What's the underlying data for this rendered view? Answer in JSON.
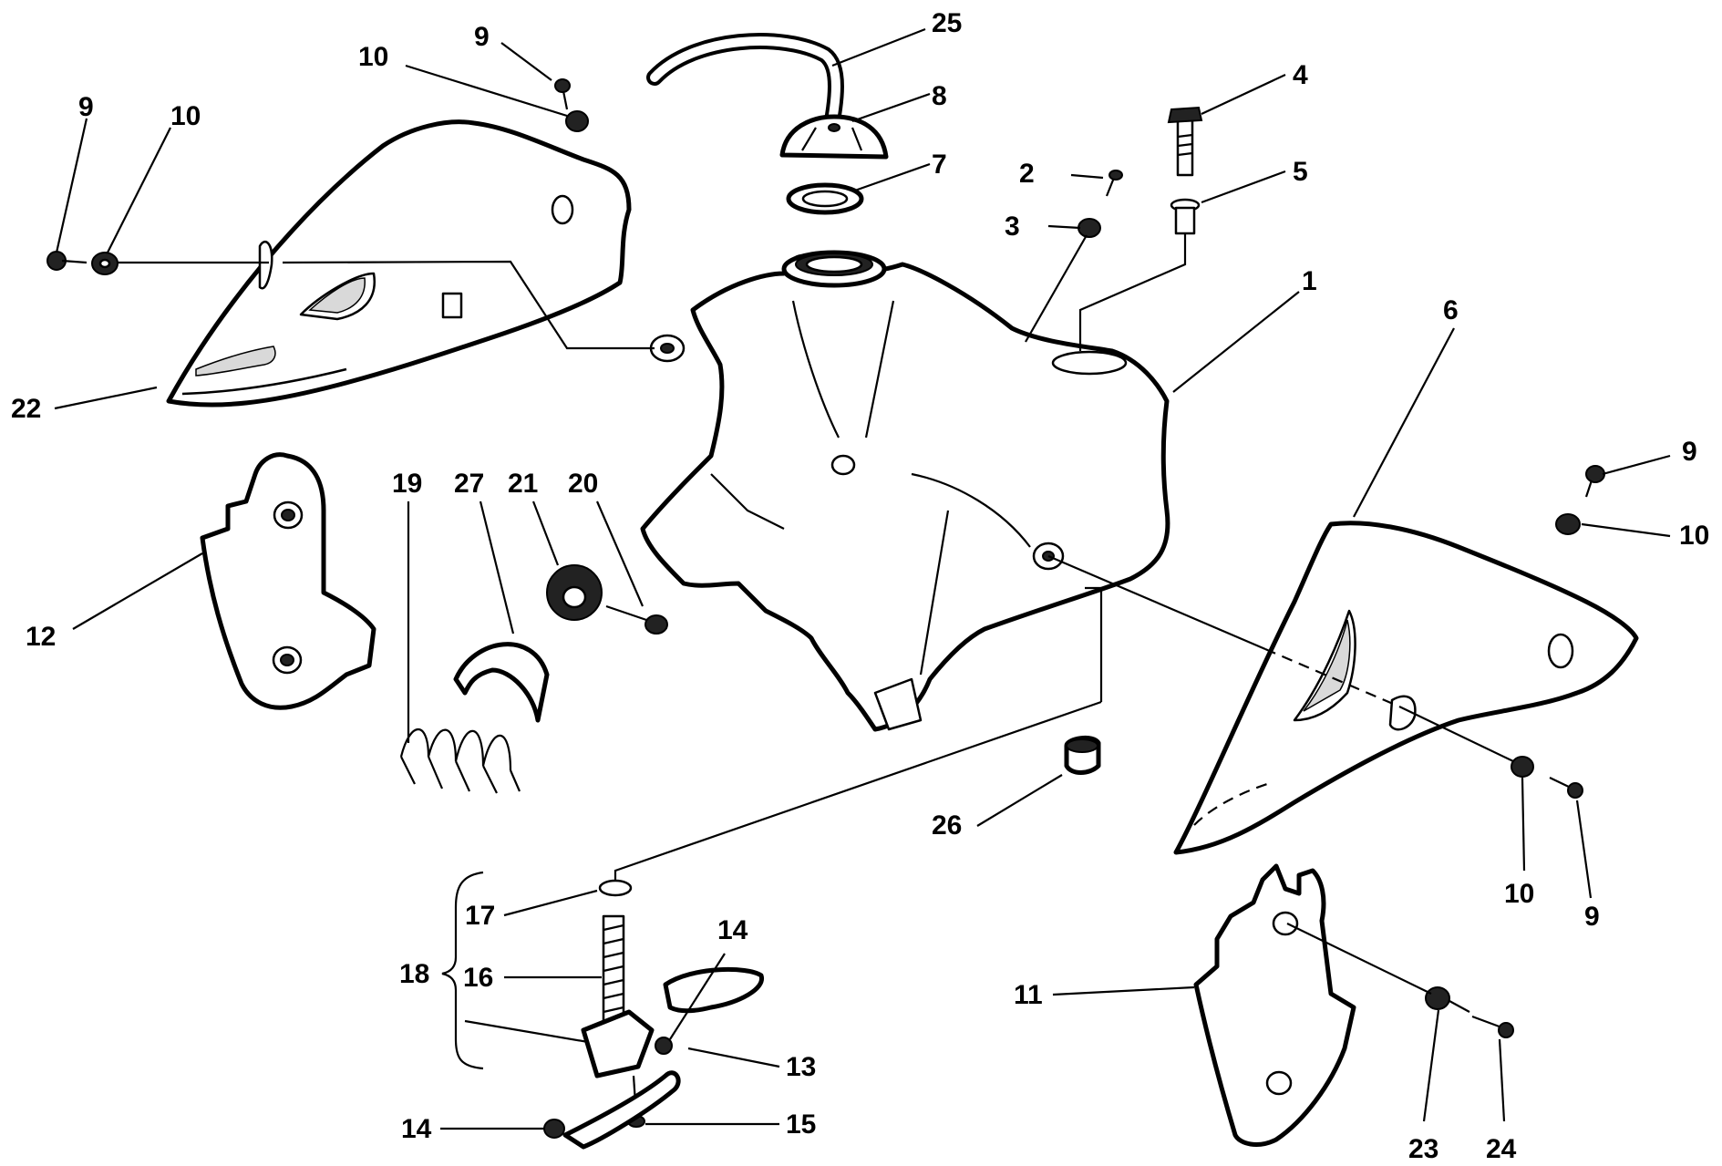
{
  "diagram": {
    "callouts": [
      {
        "id": "c1",
        "text": "1"
      },
      {
        "id": "c2",
        "text": "2"
      },
      {
        "id": "c3",
        "text": "3"
      },
      {
        "id": "c4",
        "text": "4"
      },
      {
        "id": "c5",
        "text": "5"
      },
      {
        "id": "c6",
        "text": "6"
      },
      {
        "id": "c7",
        "text": "7"
      },
      {
        "id": "c8",
        "text": "8"
      },
      {
        "id": "c9a",
        "text": "9"
      },
      {
        "id": "c9b",
        "text": "9"
      },
      {
        "id": "c9c",
        "text": "9"
      },
      {
        "id": "c9d",
        "text": "9"
      },
      {
        "id": "c10a",
        "text": "10"
      },
      {
        "id": "c10b",
        "text": "10"
      },
      {
        "id": "c10c",
        "text": "10"
      },
      {
        "id": "c10d",
        "text": "10"
      },
      {
        "id": "c11",
        "text": "11"
      },
      {
        "id": "c12",
        "text": "12"
      },
      {
        "id": "c13",
        "text": "13"
      },
      {
        "id": "c14a",
        "text": "14"
      },
      {
        "id": "c14b",
        "text": "14"
      },
      {
        "id": "c15",
        "text": "15"
      },
      {
        "id": "c16",
        "text": "16"
      },
      {
        "id": "c17",
        "text": "17"
      },
      {
        "id": "c18",
        "text": "18"
      },
      {
        "id": "c19",
        "text": "19"
      },
      {
        "id": "c20",
        "text": "20"
      },
      {
        "id": "c21",
        "text": "21"
      },
      {
        "id": "c22",
        "text": "22"
      },
      {
        "id": "c23",
        "text": "23"
      },
      {
        "id": "c24",
        "text": "24"
      },
      {
        "id": "c25",
        "text": "25"
      },
      {
        "id": "c26",
        "text": "26"
      },
      {
        "id": "c27",
        "text": "27"
      }
    ]
  }
}
